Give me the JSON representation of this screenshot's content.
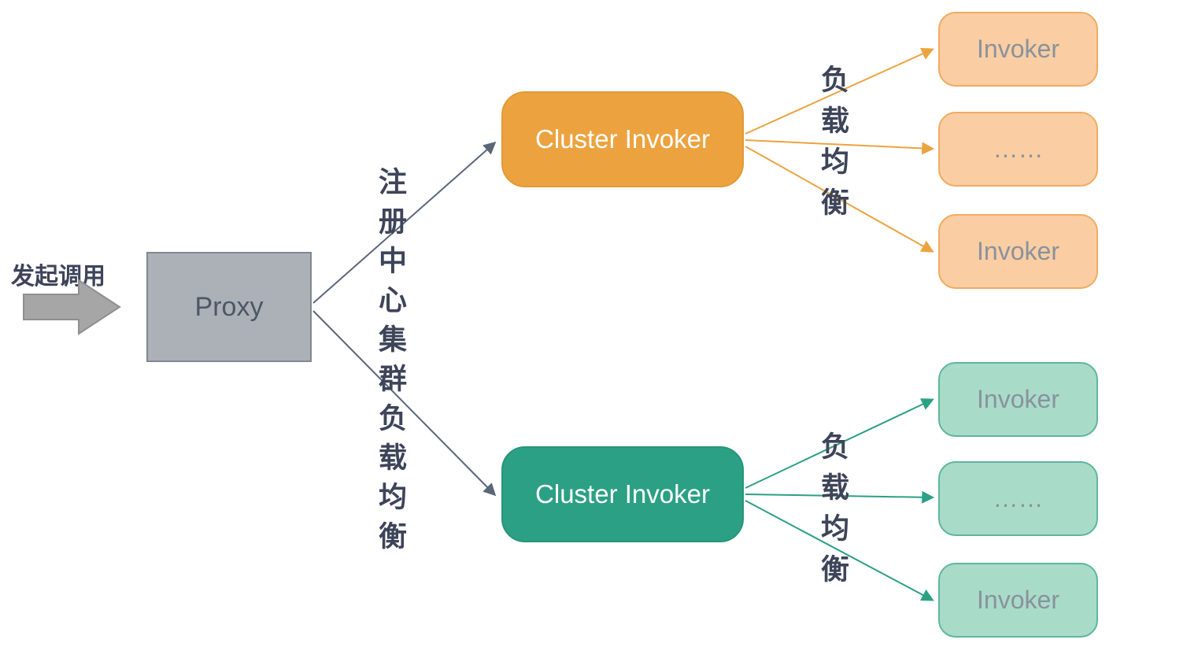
{
  "diagram": {
    "initiate_label": "发起调用",
    "registry_label": "注册中心集群负载均衡",
    "load_balance_top": "负载均衡",
    "load_balance_bottom": "负载均衡",
    "proxy": {
      "label": "Proxy"
    },
    "cluster_top": {
      "label": "Cluster Invoker"
    },
    "cluster_bottom": {
      "label": "Cluster Invoker"
    },
    "invokers_top": [
      "Invoker",
      "……",
      "Invoker"
    ],
    "invokers_bottom": [
      "Invoker",
      "……",
      "Invoker"
    ],
    "colors": {
      "cluster_orange": "#ECA33F",
      "invoker_orange_fill": "#FACDA3",
      "invoker_orange_border": "#F1AB60",
      "cluster_teal": "#2BA084",
      "invoker_teal_fill": "#A9DBC9",
      "invoker_teal_border": "#5EB69D",
      "proxy_gray": "#ACB1B8",
      "annotation_text": "#3E4459",
      "connector_slate": "#5a6779",
      "block_arrow_gray": "#A6A6A6"
    }
  }
}
